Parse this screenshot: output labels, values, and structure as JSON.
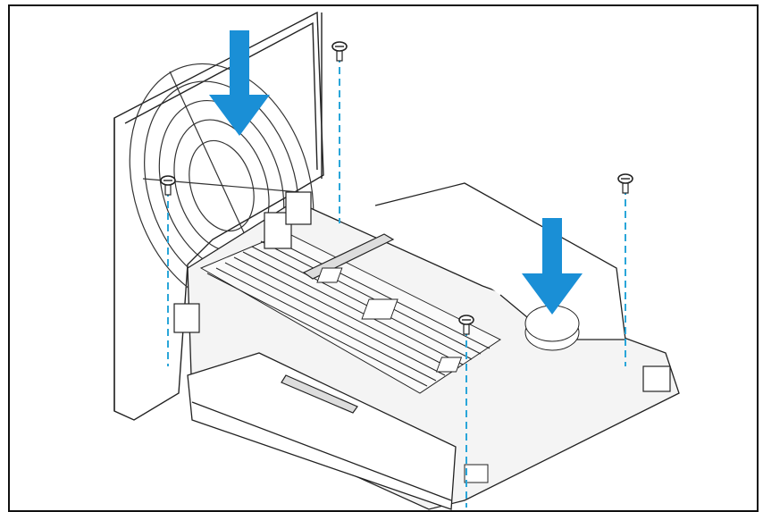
{
  "illustration": {
    "arrow_color": "#1a8fd6",
    "guide_color": "#2aa6d9",
    "line_color": "#222222",
    "frame_color": "#111111",
    "arrows": [
      {
        "name": "insert-arrow-fan",
        "meaning": "direction-down"
      },
      {
        "name": "insert-arrow-board",
        "meaning": "direction-down"
      }
    ],
    "screws": [
      {
        "name": "screw-top-center"
      },
      {
        "name": "screw-left"
      },
      {
        "name": "screw-right"
      },
      {
        "name": "screw-front-center"
      }
    ]
  }
}
